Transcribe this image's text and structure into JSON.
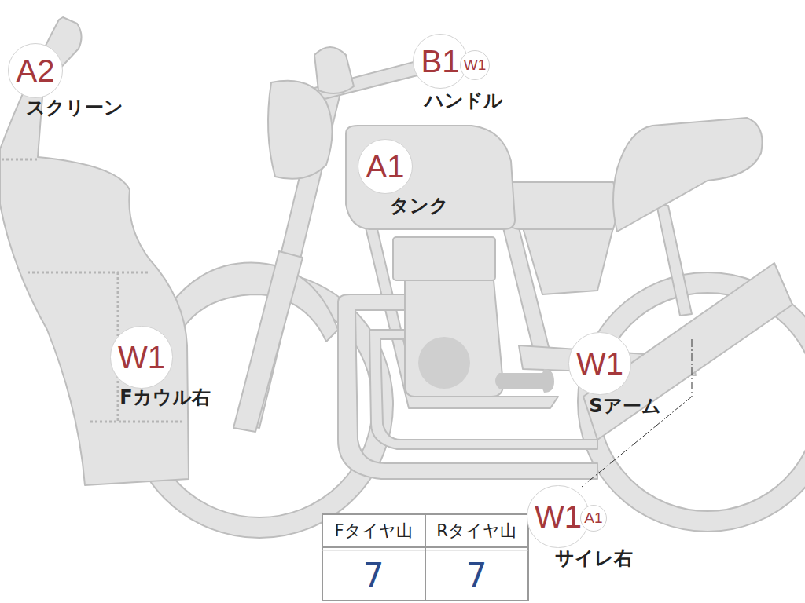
{
  "diagram": {
    "nodes": [
      {
        "text": [
          "A2"
        ]
      },
      {
        "text": [
          "B1"
        ]
      },
      {
        "text": [
          "W1"
        ]
      },
      {
        "text": [
          "A1"
        ]
      },
      {
        "text": [
          "W1"
        ]
      },
      {
        "text": [
          "W1"
        ]
      },
      {
        "text": [
          "W1"
        ]
      },
      {
        "text": [
          "A1"
        ]
      }
    ],
    "labels": [
      "スクリーン",
      "ハンドル",
      "タンク",
      "Fカウル右",
      "Sアーム",
      "サイレ右",
      "Fタイヤ山",
      "Rタイヤ山",
      "7",
      "7"
    ]
  }
}
